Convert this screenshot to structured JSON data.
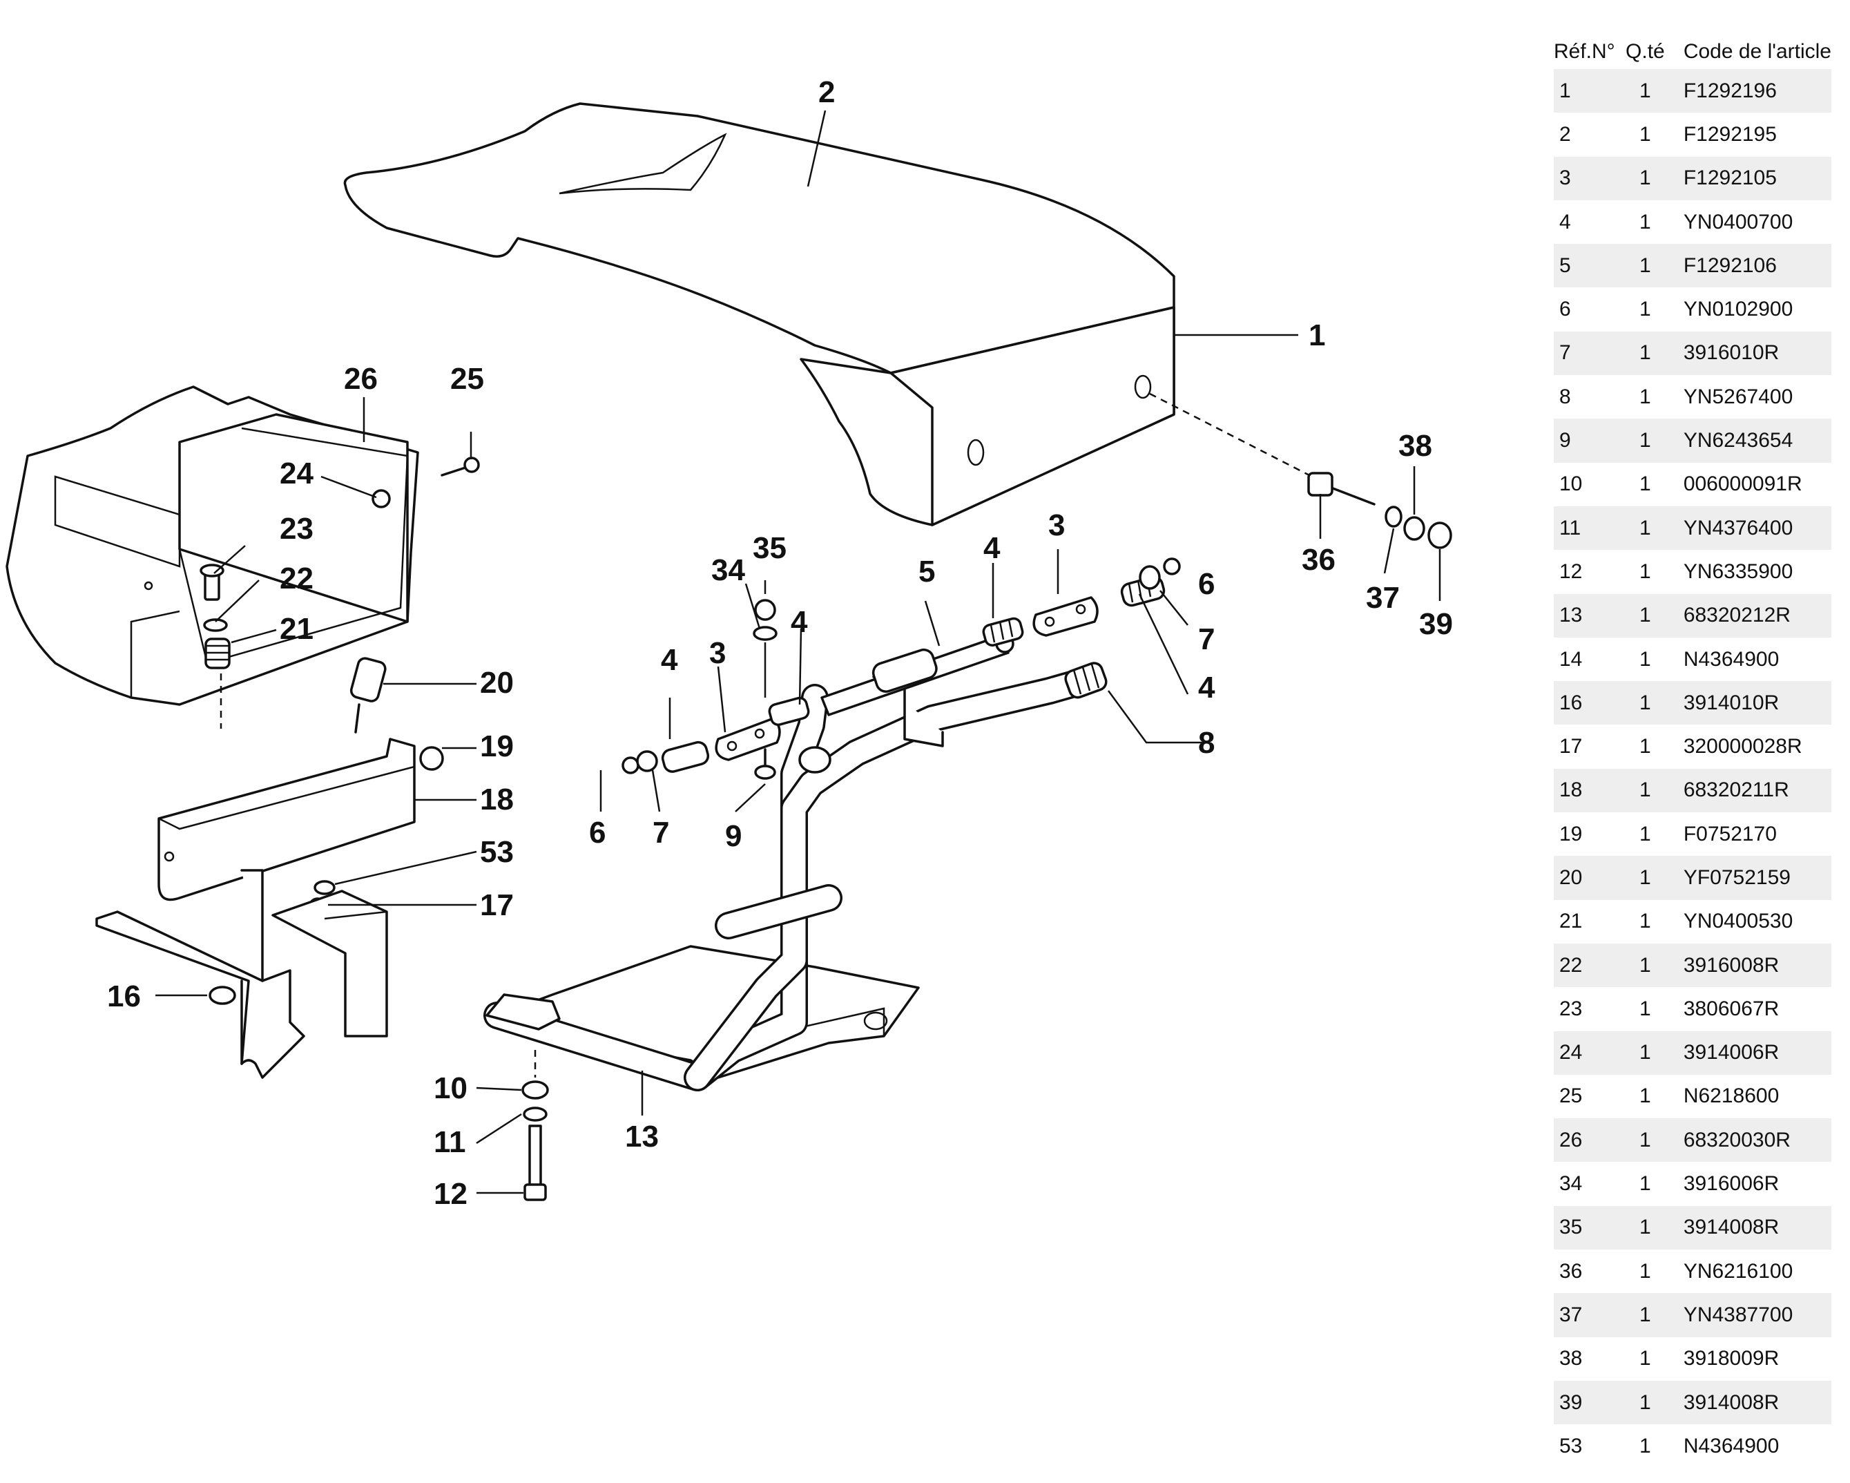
{
  "table": {
    "headers": {
      "ref": "Réf.N°",
      "qty": "Q.té",
      "code": "Code de l'article"
    },
    "rows": [
      {
        "ref": "1",
        "qty": "1",
        "code": "F1292196"
      },
      {
        "ref": "2",
        "qty": "1",
        "code": "F1292195"
      },
      {
        "ref": "3",
        "qty": "1",
        "code": "F1292105"
      },
      {
        "ref": "4",
        "qty": "1",
        "code": "YN0400700"
      },
      {
        "ref": "5",
        "qty": "1",
        "code": "F1292106"
      },
      {
        "ref": "6",
        "qty": "1",
        "code": "YN0102900"
      },
      {
        "ref": "7",
        "qty": "1",
        "code": "3916010R"
      },
      {
        "ref": "8",
        "qty": "1",
        "code": "YN5267400"
      },
      {
        "ref": "9",
        "qty": "1",
        "code": "YN6243654"
      },
      {
        "ref": "10",
        "qty": "1",
        "code": "006000091R"
      },
      {
        "ref": "11",
        "qty": "1",
        "code": "YN4376400"
      },
      {
        "ref": "12",
        "qty": "1",
        "code": "YN6335900"
      },
      {
        "ref": "13",
        "qty": "1",
        "code": "68320212R"
      },
      {
        "ref": "14",
        "qty": "1",
        "code": "N4364900"
      },
      {
        "ref": "16",
        "qty": "1",
        "code": "3914010R"
      },
      {
        "ref": "17",
        "qty": "1",
        "code": "320000028R"
      },
      {
        "ref": "18",
        "qty": "1",
        "code": "68320211R"
      },
      {
        "ref": "19",
        "qty": "1",
        "code": "F0752170"
      },
      {
        "ref": "20",
        "qty": "1",
        "code": "YF0752159"
      },
      {
        "ref": "21",
        "qty": "1",
        "code": "YN0400530"
      },
      {
        "ref": "22",
        "qty": "1",
        "code": "3916008R"
      },
      {
        "ref": "23",
        "qty": "1",
        "code": "3806067R"
      },
      {
        "ref": "24",
        "qty": "1",
        "code": "3914006R"
      },
      {
        "ref": "25",
        "qty": "1",
        "code": "N6218600"
      },
      {
        "ref": "26",
        "qty": "1",
        "code": "68320030R"
      },
      {
        "ref": "34",
        "qty": "1",
        "code": "3916006R"
      },
      {
        "ref": "35",
        "qty": "1",
        "code": "3914008R"
      },
      {
        "ref": "36",
        "qty": "1",
        "code": "YN6216100"
      },
      {
        "ref": "37",
        "qty": "1",
        "code": "YN4387700"
      },
      {
        "ref": "38",
        "qty": "1",
        "code": "3918009R"
      },
      {
        "ref": "39",
        "qty": "1",
        "code": "3914008R"
      },
      {
        "ref": "53",
        "qty": "1",
        "code": "N4364900"
      }
    ]
  },
  "callouts": {
    "c1": "1",
    "c2": "2",
    "c3a": "3",
    "c3b": "3",
    "c4a": "4",
    "c4b": "4",
    "c4c": "4",
    "c4d": "4",
    "c5": "5",
    "c6a": "6",
    "c6b": "6",
    "c7a": "7",
    "c7b": "7",
    "c8": "8",
    "c9": "9",
    "c10": "10",
    "c11": "11",
    "c12": "12",
    "c13": "13",
    "c16": "16",
    "c17": "17",
    "c18": "18",
    "c19": "19",
    "c20": "20",
    "c21": "21",
    "c22": "22",
    "c23": "23",
    "c24": "24",
    "c25": "25",
    "c26": "26",
    "c34": "34",
    "c35": "35",
    "c36": "36",
    "c37": "37",
    "c38": "38",
    "c39": "39",
    "c53": "53"
  }
}
